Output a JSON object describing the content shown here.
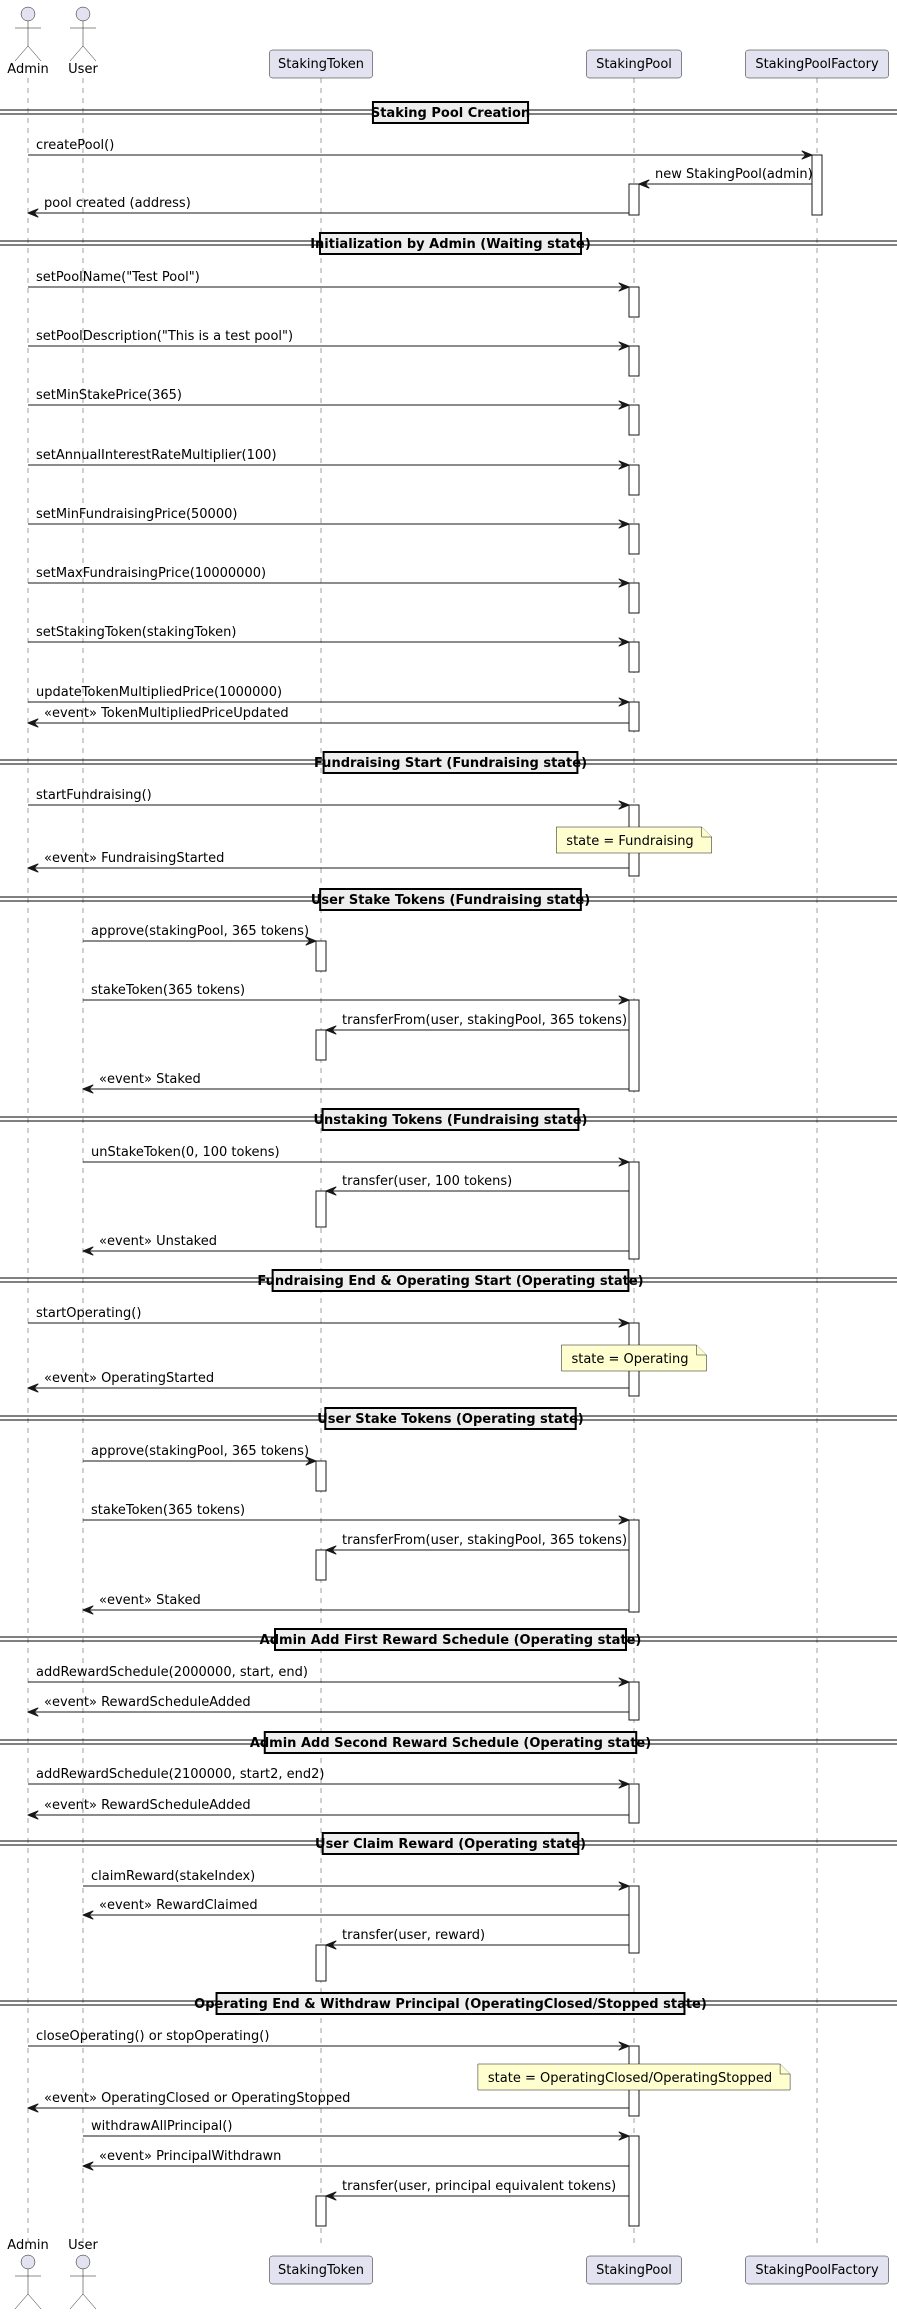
{
  "participants": [
    {
      "id": "admin",
      "label": "Admin",
      "kind": "actor"
    },
    {
      "id": "user",
      "label": "User",
      "kind": "actor"
    },
    {
      "id": "stakingtoken",
      "label": "StakingToken",
      "kind": "participant"
    },
    {
      "id": "stakingpool",
      "label": "StakingPool",
      "kind": "participant"
    },
    {
      "id": "factory",
      "label": "StakingPoolFactory",
      "kind": "participant"
    }
  ],
  "sections": [
    {
      "title": "Staking Pool Creation",
      "steps": [
        {
          "type": "msg",
          "from": "admin",
          "to": "factory",
          "label": "createPool()"
        },
        {
          "type": "msg",
          "from": "factory",
          "to": "stakingpool",
          "label": "new StakingPool(admin)"
        },
        {
          "type": "msg",
          "from": "stakingpool",
          "to": "admin",
          "label": "pool created (address)"
        }
      ]
    },
    {
      "title": "Initialization by Admin (Waiting state)",
      "steps": [
        {
          "type": "msg",
          "from": "admin",
          "to": "stakingpool",
          "label": "setPoolName(\"Test Pool\")"
        },
        {
          "type": "msg",
          "from": "admin",
          "to": "stakingpool",
          "label": "setPoolDescription(\"This is a test pool\")"
        },
        {
          "type": "msg",
          "from": "admin",
          "to": "stakingpool",
          "label": "setMinStakePrice(365)"
        },
        {
          "type": "msg",
          "from": "admin",
          "to": "stakingpool",
          "label": "setAnnualInterestRateMultiplier(100)"
        },
        {
          "type": "msg",
          "from": "admin",
          "to": "stakingpool",
          "label": "setMinFundraisingPrice(50000)"
        },
        {
          "type": "msg",
          "from": "admin",
          "to": "stakingpool",
          "label": "setMaxFundraisingPrice(10000000)"
        },
        {
          "type": "msg",
          "from": "admin",
          "to": "stakingpool",
          "label": "setStakingToken(stakingToken)"
        },
        {
          "type": "msg",
          "from": "admin",
          "to": "stakingpool",
          "label": "updateTokenMultipliedPrice(1000000)"
        },
        {
          "type": "msg",
          "from": "stakingpool",
          "to": "admin",
          "label": "«event» TokenMultipliedPriceUpdated"
        }
      ]
    },
    {
      "title": "Fundraising Start (Fundraising state)",
      "steps": [
        {
          "type": "msg",
          "from": "admin",
          "to": "stakingpool",
          "label": "startFundraising()"
        },
        {
          "type": "note",
          "on": "stakingpool",
          "label": "state = Fundraising"
        },
        {
          "type": "msg",
          "from": "stakingpool",
          "to": "admin",
          "label": "«event» FundraisingStarted"
        }
      ]
    },
    {
      "title": "User Stake Tokens (Fundraising state)",
      "steps": [
        {
          "type": "msg",
          "from": "user",
          "to": "stakingtoken",
          "label": "approve(stakingPool, 365 tokens)"
        },
        {
          "type": "msg",
          "from": "user",
          "to": "stakingpool",
          "label": "stakeToken(365 tokens)"
        },
        {
          "type": "msg",
          "from": "stakingpool",
          "to": "stakingtoken",
          "label": "transferFrom(user, stakingPool, 365 tokens)"
        },
        {
          "type": "msg",
          "from": "stakingpool",
          "to": "user",
          "label": "«event» Staked"
        }
      ]
    },
    {
      "title": "Unstaking Tokens (Fundraising state)",
      "steps": [
        {
          "type": "msg",
          "from": "user",
          "to": "stakingpool",
          "label": "unStakeToken(0, 100 tokens)"
        },
        {
          "type": "msg",
          "from": "stakingpool",
          "to": "stakingtoken",
          "label": "transfer(user, 100 tokens)"
        },
        {
          "type": "msg",
          "from": "stakingpool",
          "to": "user",
          "label": "«event» Unstaked"
        }
      ]
    },
    {
      "title": "Fundraising End & Operating Start (Operating state)",
      "steps": [
        {
          "type": "msg",
          "from": "admin",
          "to": "stakingpool",
          "label": "startOperating()"
        },
        {
          "type": "note",
          "on": "stakingpool",
          "label": "state = Operating"
        },
        {
          "type": "msg",
          "from": "stakingpool",
          "to": "admin",
          "label": "«event» OperatingStarted"
        }
      ]
    },
    {
      "title": "User Stake Tokens (Operating state)",
      "steps": [
        {
          "type": "msg",
          "from": "user",
          "to": "stakingtoken",
          "label": "approve(stakingPool, 365 tokens)"
        },
        {
          "type": "msg",
          "from": "user",
          "to": "stakingpool",
          "label": "stakeToken(365 tokens)"
        },
        {
          "type": "msg",
          "from": "stakingpool",
          "to": "stakingtoken",
          "label": "transferFrom(user, stakingPool, 365 tokens)"
        },
        {
          "type": "msg",
          "from": "stakingpool",
          "to": "user",
          "label": "«event» Staked"
        }
      ]
    },
    {
      "title": "Admin Add First Reward Schedule (Operating state)",
      "steps": [
        {
          "type": "msg",
          "from": "admin",
          "to": "stakingpool",
          "label": "addRewardSchedule(2000000, start, end)"
        },
        {
          "type": "msg",
          "from": "stakingpool",
          "to": "admin",
          "label": "«event» RewardScheduleAdded"
        }
      ]
    },
    {
      "title": "Admin Add Second Reward Schedule (Operating state)",
      "steps": [
        {
          "type": "msg",
          "from": "admin",
          "to": "stakingpool",
          "label": "addRewardSchedule(2100000, start2, end2)"
        },
        {
          "type": "msg",
          "from": "stakingpool",
          "to": "admin",
          "label": "«event» RewardScheduleAdded"
        }
      ]
    },
    {
      "title": "User Claim Reward (Operating state)",
      "steps": [
        {
          "type": "msg",
          "from": "user",
          "to": "stakingpool",
          "label": "claimReward(stakeIndex)"
        },
        {
          "type": "msg",
          "from": "stakingpool",
          "to": "user",
          "label": "«event» RewardClaimed"
        },
        {
          "type": "msg",
          "from": "stakingpool",
          "to": "stakingtoken",
          "label": "transfer(user, reward)"
        }
      ]
    },
    {
      "title": "Operating End & Withdraw Principal (OperatingClosed/Stopped state)",
      "steps": [
        {
          "type": "msg",
          "from": "admin",
          "to": "stakingpool",
          "label": "closeOperating() or stopOperating()"
        },
        {
          "type": "note",
          "on": "stakingpool",
          "label": "state = OperatingClosed/OperatingStopped"
        },
        {
          "type": "msg",
          "from": "stakingpool",
          "to": "admin",
          "label": "«event» OperatingClosed or OperatingStopped"
        },
        {
          "type": "msg",
          "from": "user",
          "to": "stakingpool",
          "label": "withdrawAllPrincipal()"
        },
        {
          "type": "msg",
          "from": "stakingpool",
          "to": "user",
          "label": "«event» PrincipalWithdrawn"
        },
        {
          "type": "msg",
          "from": "stakingpool",
          "to": "stakingtoken",
          "label": "transfer(user, principal equivalent tokens)"
        }
      ]
    }
  ]
}
